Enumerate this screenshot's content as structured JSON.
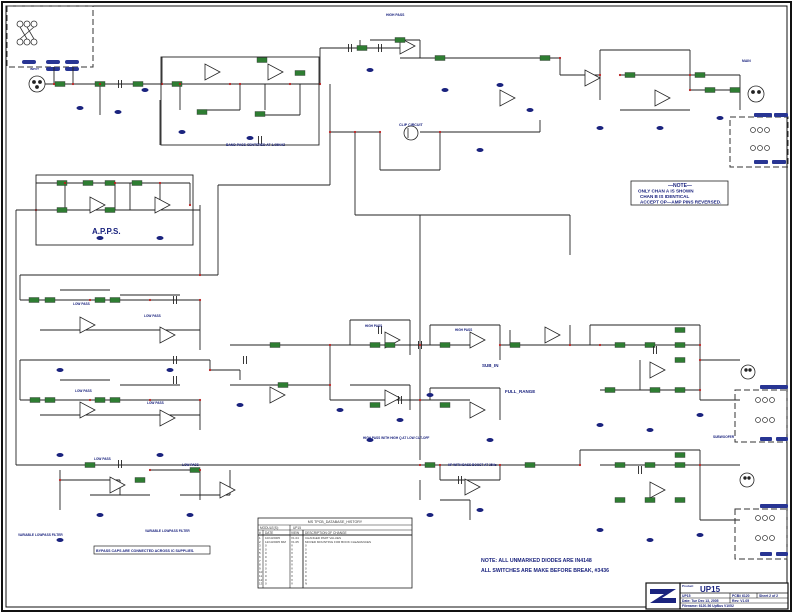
{
  "title_block": {
    "product_label": "Product",
    "product": "UP15",
    "doc_name": "UP15",
    "doc_number": "PCB# 6120",
    "sheet": "Sheet 2 of 2",
    "date": "Date: Tue Dec 13, 2005",
    "rev": "Rev: V1.05",
    "filename": "Filename: 6120-56 UpBus V1052"
  },
  "notes": {
    "unmarked_diodes": "NOTE: ALL UNMARKED DIODES ARE IN4148",
    "switches": "ALL SWITCHES ARE MAKE BEFORE BREAK, #3436",
    "chan_note_title": "—NOTE—",
    "chan_note_lines": [
      "ONLY CHAN A IS SHOWN",
      "CHAN B IS IDENTICAL",
      "ACCEPT OP—AMP PINS REVERSED."
    ],
    "bypass_caps": "BYPASS CAPS ARE CONNECTED ACROSS IC SUPPLIES."
  },
  "section_labels": {
    "appss": "A.P.P.S.",
    "band_pass": "BAND-PASS CENTERED AT 1.05KHZ",
    "high_pass_top": "HIGH PASS",
    "clip_circuit": "CLIP CIRCUIT",
    "main": "MAIN",
    "low_pass_1": "LOW PASS",
    "low_pass_2": "LOW PASS",
    "low_pass_3": "LOW PASS",
    "low_pass_4": "LOW PASS",
    "low_pass_5": "LOW PASS",
    "low_pass_6": "LOW PASS",
    "high_pass_mid1": "HIGH PASS",
    "high_pass_mid2": "HIGH PASS",
    "high_pass_q": "HIGH PASS WITH HIGH Q AT LOW CUT-OFF",
    "sub_in": "SUB_IN",
    "full_range": "FULL_RANGE",
    "hp_boost": "HP WITH BASS BOOST AT 35Hz",
    "subwoofer": "SUBWOOFER",
    "vlf_1": "VARIABLE LOWPASS FILTER",
    "vlf_2": "VARIABLE LOWPASS FILTER",
    "input": "INPUT"
  },
  "revision_history": {
    "title": "MS TPCB_DATABASE_HISTORY",
    "module_label": "MODULE(S):",
    "module": "UP15",
    "headers": [
      "#",
      "DATE",
      "VIEW",
      "DESCRIPTION OF CHANGE"
    ],
    "rows": [
      [
        "1",
        "10/13/2005",
        "V1.04",
        "CHANGED PART VALUES"
      ],
      [
        "2",
        "12/13/2005 MM",
        "V1.05",
        "MOVED MOUNTING FOR BOOK CLEARANCES"
      ],
      [
        "3",
        "0",
        "V",
        "0"
      ],
      [
        "4",
        "0",
        "V",
        "0"
      ],
      [
        "5",
        "0",
        "V",
        "0"
      ],
      [
        "6",
        "0",
        "V",
        "0"
      ],
      [
        "7",
        "0",
        "V",
        "0"
      ],
      [
        "8",
        "0",
        "V",
        "0"
      ],
      [
        "9",
        "0",
        "V",
        "0"
      ],
      [
        "10",
        "0",
        "V",
        "0"
      ],
      [
        "11",
        "0",
        "V",
        "0"
      ],
      [
        "12",
        "0",
        "V",
        "0"
      ],
      [
        "13",
        "0",
        "V",
        "N"
      ]
    ]
  },
  "colors": {
    "wire": "#222222",
    "junction": "#b71c1c",
    "ground": "#1a237e",
    "resistor": "#2e7d32",
    "label": "#1a237e",
    "connector": "#283593"
  }
}
